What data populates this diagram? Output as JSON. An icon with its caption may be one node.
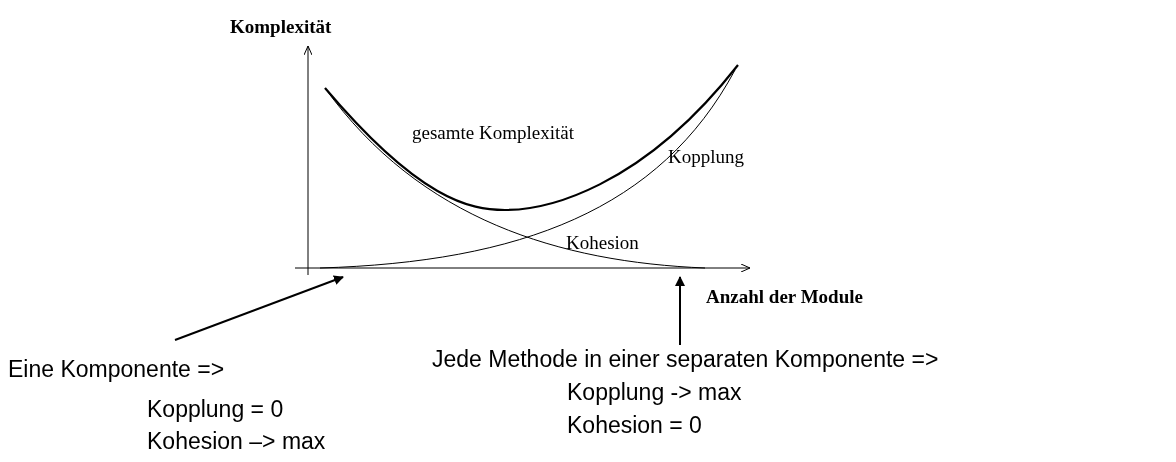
{
  "diagram": {
    "nodes": [
      {
        "text": [
          "Eine Komponente =>",
          "Kopplung = 0",
          "Kohesion –> max"
        ]
      },
      {
        "text": [
          "Jede Methode in einer separaten Komponente =>",
          "Kopplung -> max",
          "Kohesion = 0"
        ]
      },
      {
        "text": [],
        "shape": "picture"
      }
    ],
    "edges": [
      {
        "from": 0,
        "to": 2,
        "arrow": "to"
      },
      {
        "from": 1,
        "to": 2,
        "arrow": "to"
      }
    ],
    "labels": [
      "Komplexität",
      "gesamte Komplexität",
      "Kopplung",
      "Kohesion",
      "Anzahl der Module"
    ]
  }
}
